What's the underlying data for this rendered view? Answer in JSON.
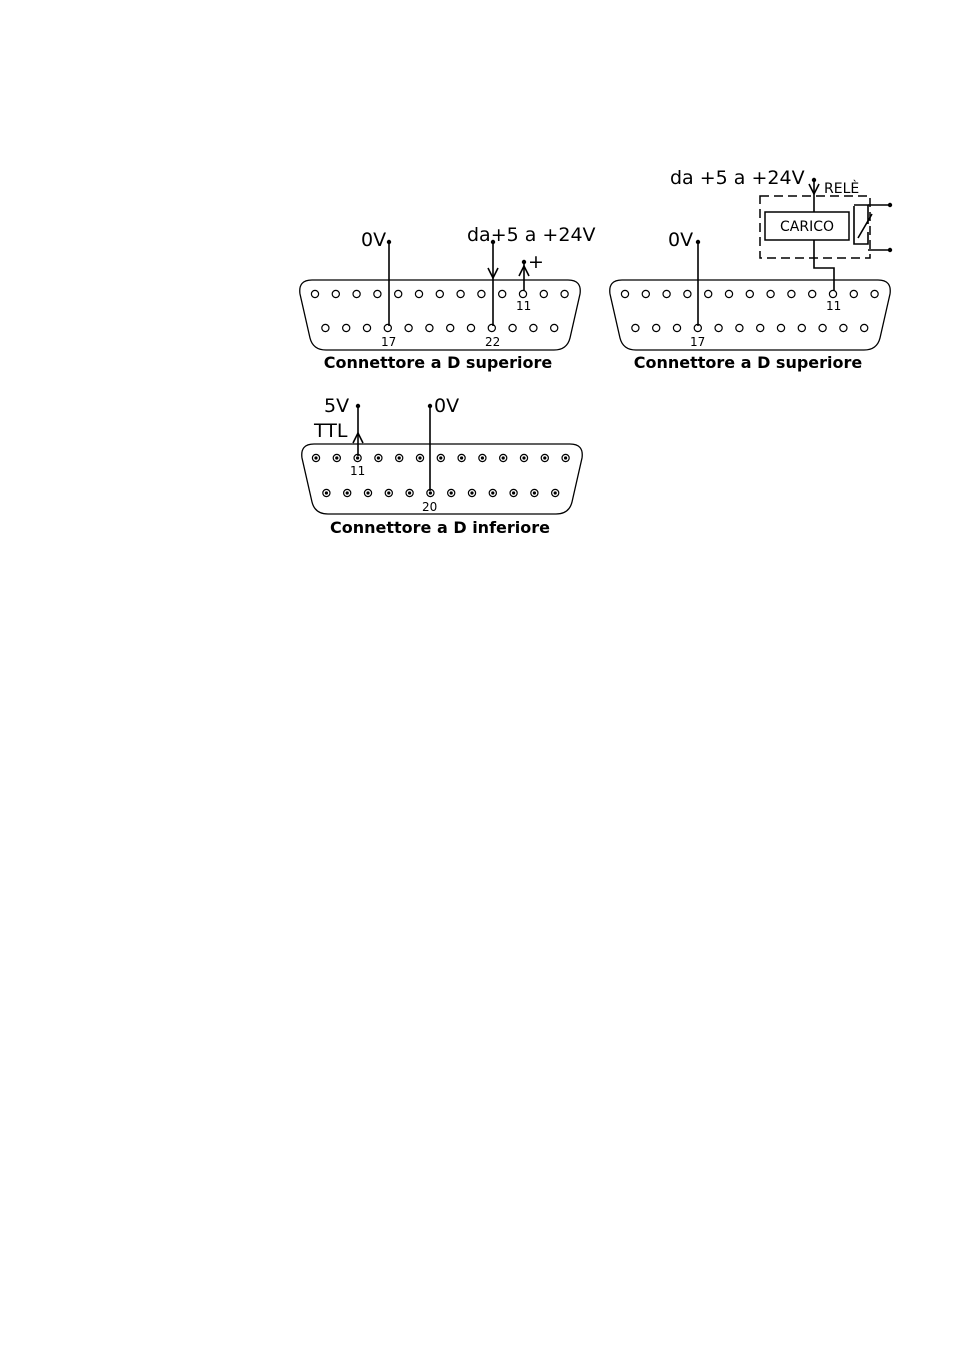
{
  "connectors": [
    {
      "id": "c1",
      "caption": "Connettore a D superiore",
      "label_0v": "0V",
      "label_supply": "da+5 a +24V",
      "label_plus": "+",
      "pins": {
        "p17": "17",
        "p22": "22",
        "p11": "11"
      }
    },
    {
      "id": "c2",
      "caption": "Connettore a D superiore",
      "label_0v": "0V",
      "label_supply": "da +5 a +24V",
      "label_rele": "RELÈ",
      "label_carico": "CARICO",
      "pins": {
        "p17": "17",
        "p11": "11"
      }
    },
    {
      "id": "c3",
      "caption": "Connettore a D inferiore",
      "label_5v": "5V",
      "label_ttl": "TTL",
      "label_0v": "0V",
      "pins": {
        "p11": "11",
        "p20": "20"
      }
    }
  ]
}
